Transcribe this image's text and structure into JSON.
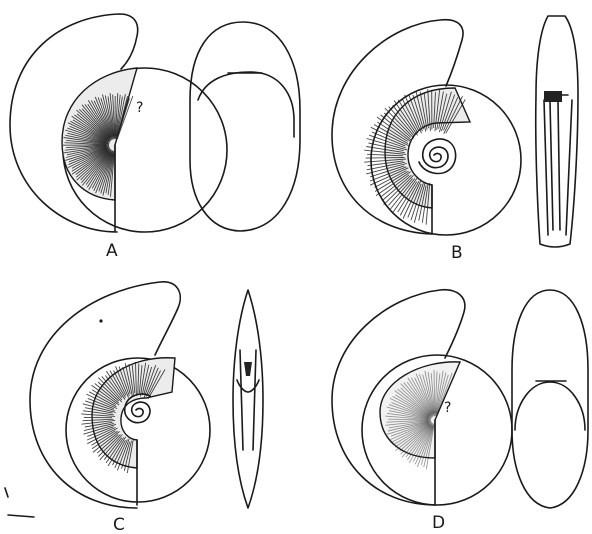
{
  "figures": [
    {
      "id": "A",
      "label": "A",
      "annotation": "?",
      "umbilicus": "closed",
      "septum_shade": "dark"
    },
    {
      "id": "B",
      "label": "B",
      "annotation": "",
      "umbilicus": "open-coiled",
      "septum_shade": "dark"
    },
    {
      "id": "C",
      "label": "C",
      "annotation": "",
      "umbilicus": "open-coiled",
      "septum_shade": "dark"
    },
    {
      "id": "D",
      "label": "D",
      "annotation": "?",
      "umbilicus": "closed",
      "septum_shade": "light"
    }
  ],
  "colors": {
    "ink": "#1a1a1a",
    "background": "#ffffff"
  }
}
